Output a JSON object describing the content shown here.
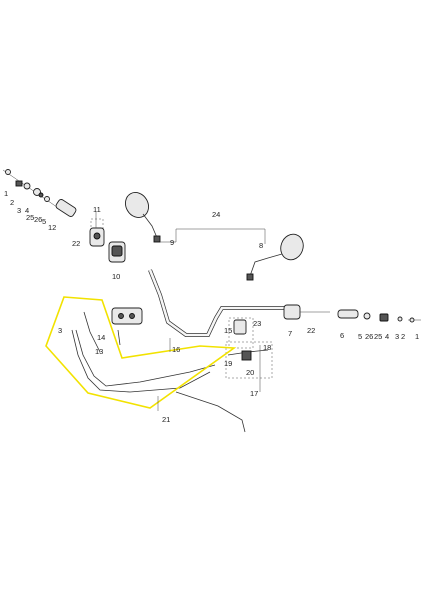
{
  "callouts": {
    "left_hardware_top": [
      "1",
      "2",
      "3",
      "4",
      "25",
      "26",
      "5",
      "12"
    ],
    "left_misc": [
      "11",
      "22",
      "10"
    ],
    "mirror_left": "9",
    "mirror_right": "8",
    "mirrors_group": "24",
    "handlebar": "16",
    "left_cables": [
      "3",
      "14",
      "13",
      "21"
    ],
    "right_control": [
      "15",
      "23",
      "19",
      "20",
      "18",
      "17"
    ],
    "right_hardware": [
      "7",
      "22",
      "6",
      "5",
      "26",
      "25",
      "4",
      "3",
      "2",
      "1"
    ]
  },
  "colors": {
    "highlight": "#f2e200",
    "line": "#333333"
  }
}
